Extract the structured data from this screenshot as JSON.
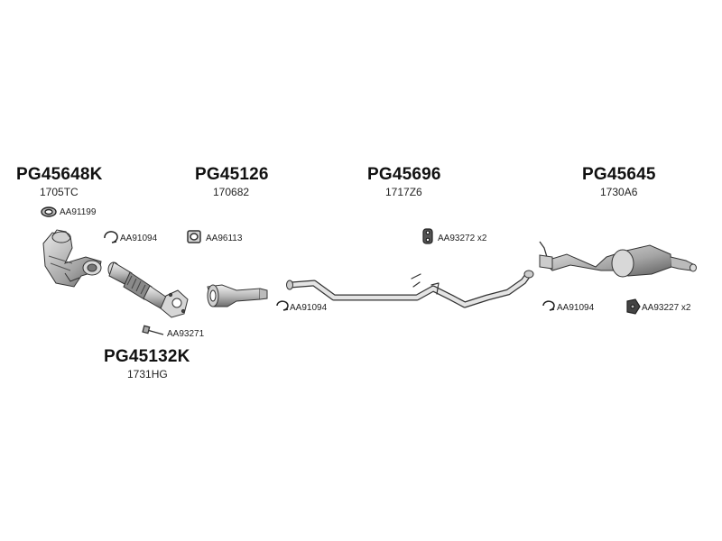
{
  "groups": [
    {
      "code": "PG45648K",
      "ref": "1705TC"
    },
    {
      "code": "PG45126",
      "ref": "170682"
    },
    {
      "code": "PG45696",
      "ref": "1717Z6"
    },
    {
      "code": "PG45645",
      "ref": "1730A6"
    },
    {
      "code": "PG45132K",
      "ref": "1731HG"
    }
  ],
  "accessories": [
    {
      "label": "AA91199"
    },
    {
      "label": "AA91094"
    },
    {
      "label": "AA96113"
    },
    {
      "label": "AA93272 x2"
    },
    {
      "label": "AA93271"
    },
    {
      "label": "AA91094"
    },
    {
      "label": "AA91094"
    },
    {
      "label": "AA93227 x2"
    }
  ]
}
